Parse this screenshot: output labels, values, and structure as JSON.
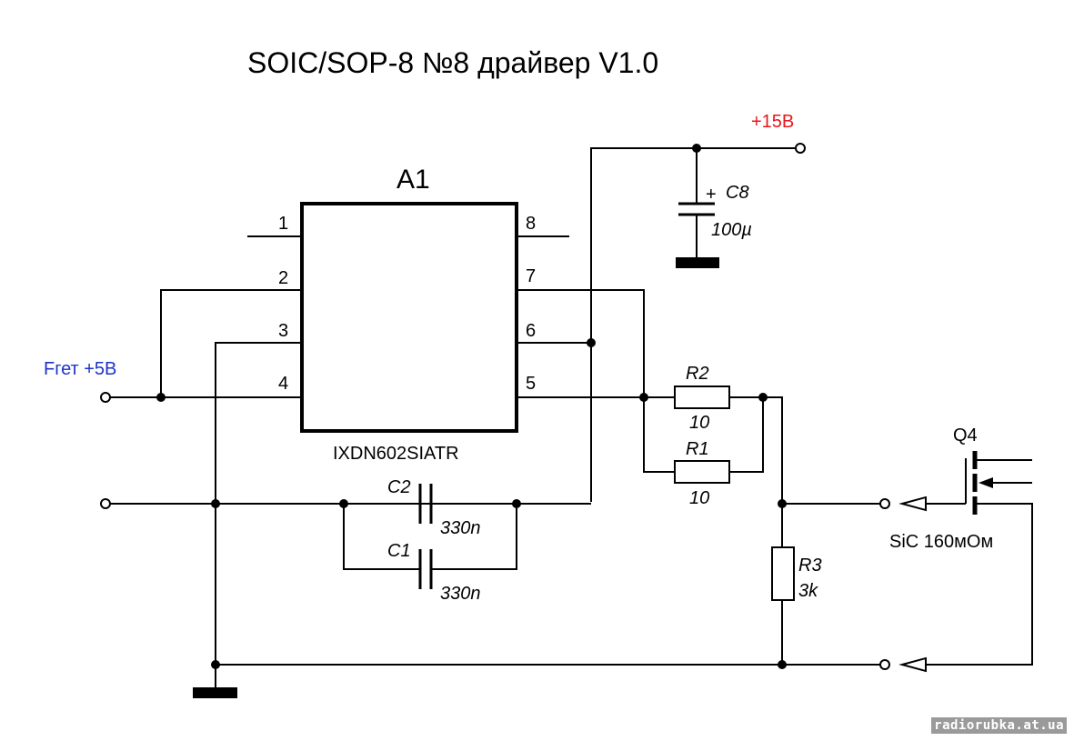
{
  "title": "SOIC/SOP-8 №8 драйвер V1.0",
  "ic": {
    "ref": "A1",
    "part": "IXDN602SIATR",
    "pins_left": [
      "1",
      "2",
      "3",
      "4"
    ],
    "pins_right": [
      "8",
      "7",
      "6",
      "5"
    ]
  },
  "supply": {
    "label": "+15В",
    "color": "#e8171b"
  },
  "input": {
    "label": "Fгет +5В",
    "color": "#1f33c8"
  },
  "components": {
    "c8": {
      "ref": "C8",
      "value": "100µ",
      "polarity": "+"
    },
    "c2": {
      "ref": "C2",
      "value": "330n"
    },
    "c1": {
      "ref": "C1",
      "value": "330n"
    },
    "r2": {
      "ref": "R2",
      "value": "10"
    },
    "r1": {
      "ref": "R1",
      "value": "10"
    },
    "r3": {
      "ref": "R3",
      "value": "3k"
    },
    "q4": {
      "ref": "Q4",
      "value": "SiC 160мОм"
    }
  },
  "watermark": "radiorubka.at.ua"
}
